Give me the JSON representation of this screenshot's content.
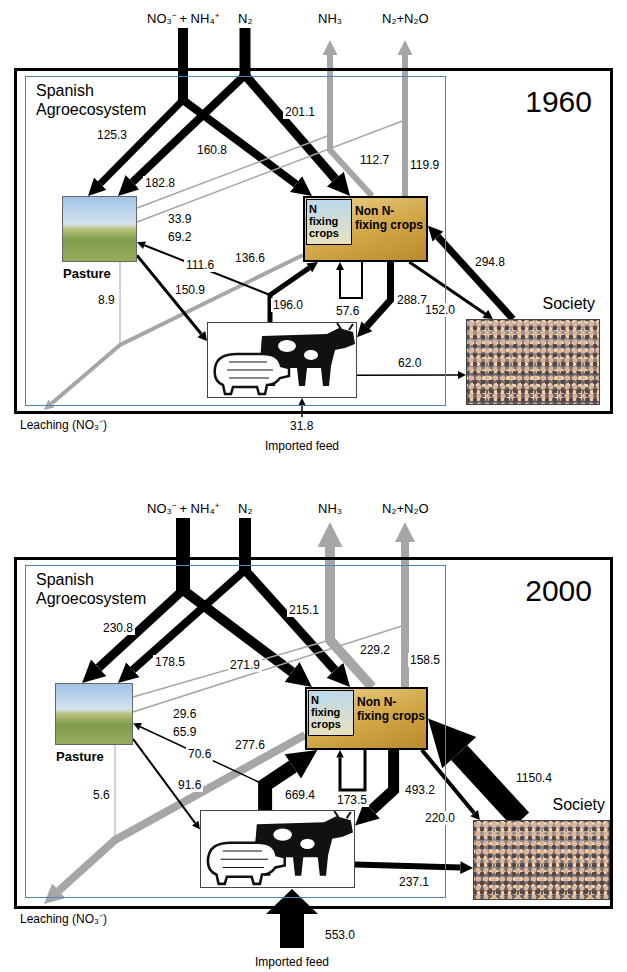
{
  "diagram": {
    "nodes": [
      {
        "text": [
          "1960"
        ]
      },
      {
        "text": [
          "Spanish Agroecosystem"
        ],
        "in": 0
      },
      {
        "text": [
          "Pasture"
        ],
        "in": 1
      },
      {
        "text": [
          "Non N-fixing crops"
        ],
        "in": 1
      },
      {
        "text": [
          "N fixing crops"
        ],
        "in": 3
      },
      {
        "text": [],
        "in": 1
      },
      {
        "text": [
          "Society"
        ],
        "in": 0
      },
      {
        "text": [
          "2000"
        ]
      },
      {
        "text": [
          "Spanish Agroecosystem"
        ],
        "in": 7
      },
      {
        "text": [
          "Pasture"
        ],
        "in": 8
      },
      {
        "text": [
          "Non N-fixing crops"
        ],
        "in": 8
      },
      {
        "text": [
          "N fixing crops"
        ],
        "in": 10
      },
      {
        "text": [],
        "in": 8
      },
      {
        "text": [
          "Society"
        ],
        "in": 7
      }
    ],
    "edges": [
      {
        "from": 5,
        "to": 2,
        "arrow": "to",
        "label": "111.6"
      },
      {
        "from": 5,
        "to": 3,
        "arrow": "to",
        "label": "196.0"
      },
      {
        "from": 2,
        "to": 5,
        "arrow": "to",
        "label": "150.9"
      },
      {
        "from": 3,
        "to": 5,
        "arrow": "to",
        "label": "288.7"
      },
      {
        "from": 3,
        "to": 6,
        "arrow": "to",
        "label": "152.0"
      },
      {
        "from": 6,
        "to": 3,
        "arrow": "to",
        "label": "294.8"
      },
      {
        "from": 5,
        "to": 6,
        "arrow": "to",
        "label": "62.0"
      },
      {
        "from": 12,
        "to": 9,
        "arrow": "to",
        "label": "70.6"
      },
      {
        "from": 12,
        "to": 10,
        "arrow": "to",
        "label": "669.4"
      },
      {
        "from": 9,
        "to": 12,
        "arrow": "to",
        "label": "91.6"
      },
      {
        "from": 10,
        "to": 12,
        "arrow": "to",
        "label": "493.2"
      },
      {
        "from": 10,
        "to": 13,
        "arrow": "to",
        "label": "220.0"
      },
      {
        "from": 13,
        "to": 10,
        "arrow": "to",
        "label": "1150.4"
      },
      {
        "from": 12,
        "to": 13,
        "arrow": "to",
        "label": "237.1"
      }
    ],
    "labels": [
      "NO₃⁻ + NH₄⁺",
      "N₂",
      "NH₃",
      "N₂+N₂O",
      "125.3",
      "182.8",
      "160.8",
      "201.1",
      "112.7",
      "119.9",
      "33.9",
      "69.2",
      "136.6",
      "8.9",
      "57.6",
      "Leaching (NO₃⁻)",
      "31.8",
      "Imported feed",
      "NO₃⁻ + NH₄⁺",
      "N₂",
      "NH₃",
      "N₂+N₂O",
      "230.8",
      "178.5",
      "271.9",
      "215.1",
      "229.2",
      "158.5",
      "29.6",
      "65.9",
      "277.6",
      "5.6",
      "173.5",
      "Leaching (NO₃⁻)",
      "553.0",
      "Imported feed"
    ]
  }
}
